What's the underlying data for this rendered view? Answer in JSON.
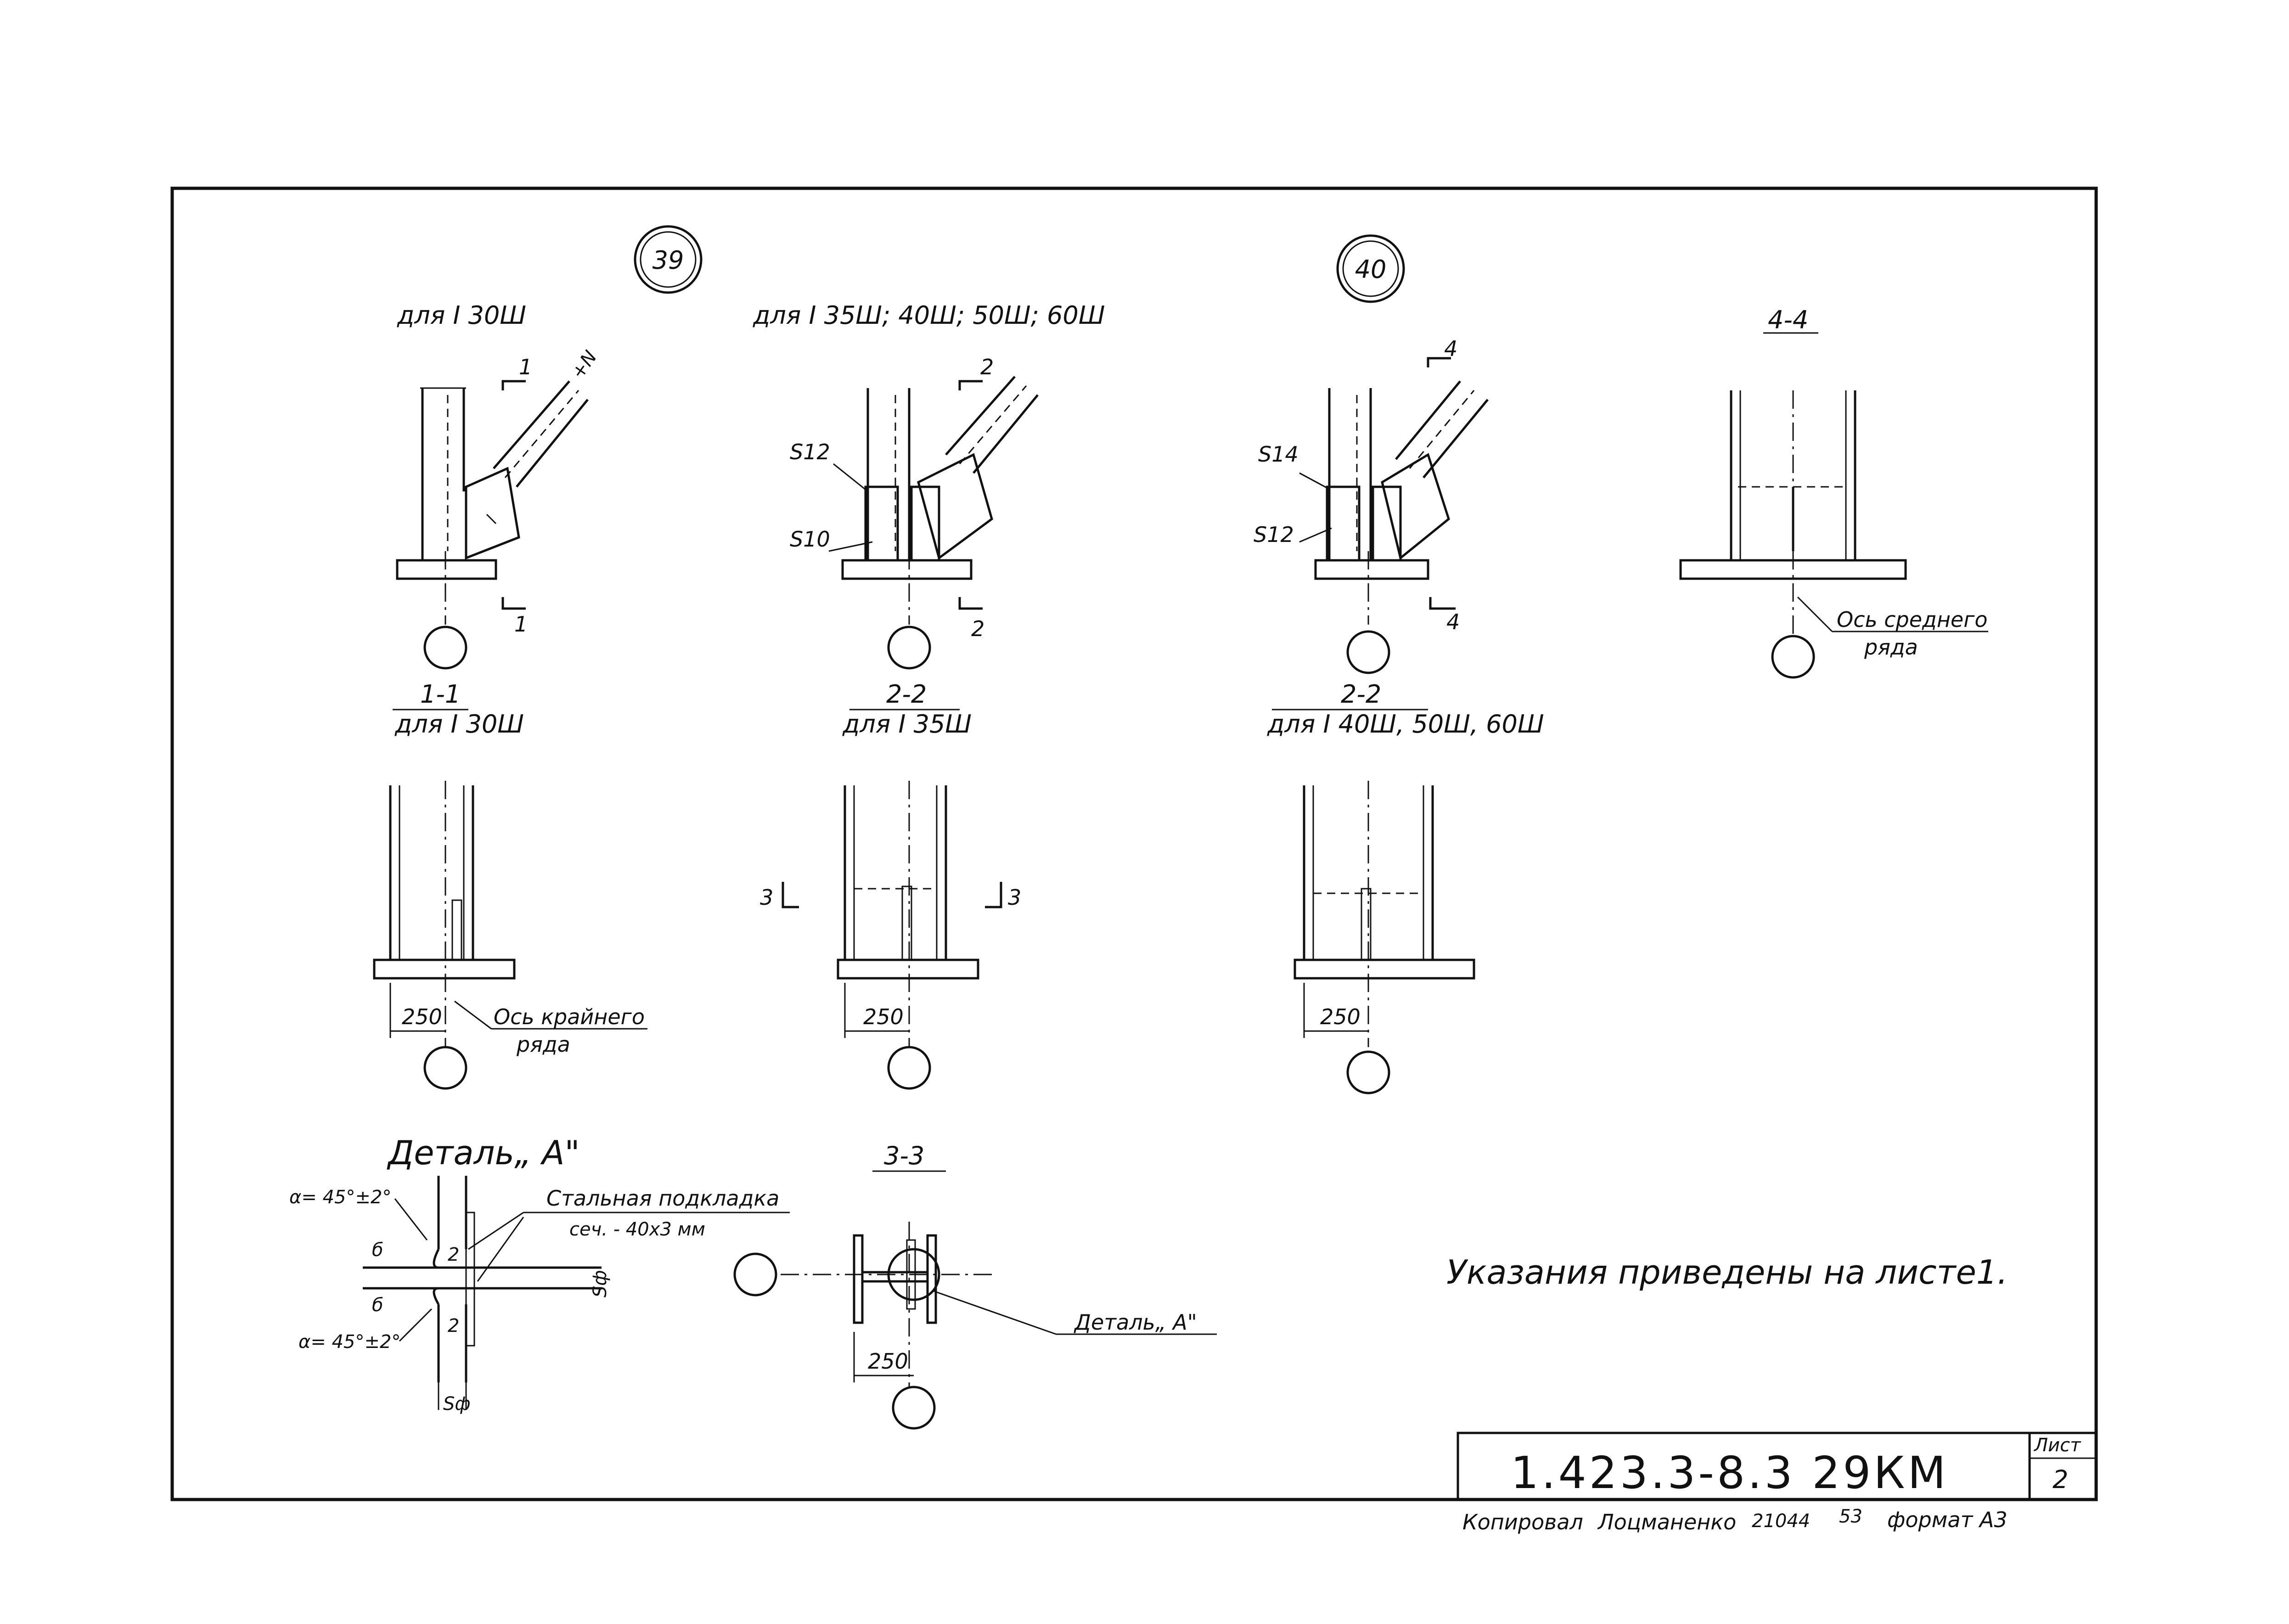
{
  "nodes": {
    "n39": "39",
    "n40": "40"
  },
  "headers": {
    "h_30": "для I 30Ш",
    "h_35_60": "для I 35Ш; 40Ш; 50Ш; 60Ш",
    "h_44": "4-4"
  },
  "sections": {
    "s11_title": "1-1",
    "s11_sub": "для I 30Ш",
    "s22a_title": "2-2",
    "s22a_sub": "для I 35Ш",
    "s22b_title": "2-2",
    "s22b_sub": "для I 40Ш, 50Ш, 60Ш",
    "s33_title": "3-3"
  },
  "marks": {
    "cut1_top": "1",
    "cut1_bot": "1",
    "cut2_top": "2",
    "cut2_bot": "2",
    "cut4_top": "4",
    "cut4_bot": "4",
    "cut3_left": "3",
    "cut3_right": "3",
    "force_n": "+N",
    "s12a": "S12",
    "s10": "S10",
    "s14": "S14",
    "s12b": "S12"
  },
  "dimensions": {
    "d250_a": "250",
    "d250_b": "250",
    "d250_c": "250",
    "d250_d": "250"
  },
  "axis_labels": {
    "edge_axis_1": "Ось крайнего",
    "edge_axis_2": "ряда",
    "mid_axis_1": "Ось среднего",
    "mid_axis_2": "ряда"
  },
  "detail": {
    "title": "Деталь„ А\"",
    "angle_top": "α= 45°±2°",
    "angle_bot": "α= 45°±2°",
    "backing_1": "Стальная подкладка",
    "backing_2": "сеч. - 40x3 мм",
    "b_top": "б",
    "b_bot": "б",
    "two_top": "2",
    "two_bot": "2",
    "s_bottom": "Sф",
    "s_right": "Sф",
    "ref": "Деталь„ А\""
  },
  "note": "Указания приведены на листе1.",
  "stamp": {
    "code": "1.423.3-8.3 29КМ",
    "sheet_label": "Лист",
    "sheet_no": "2"
  },
  "footer": {
    "copied": "Копировал",
    "name": "Лоцманенко",
    "order": "21044",
    "num": "53",
    "format": "формат А3"
  }
}
